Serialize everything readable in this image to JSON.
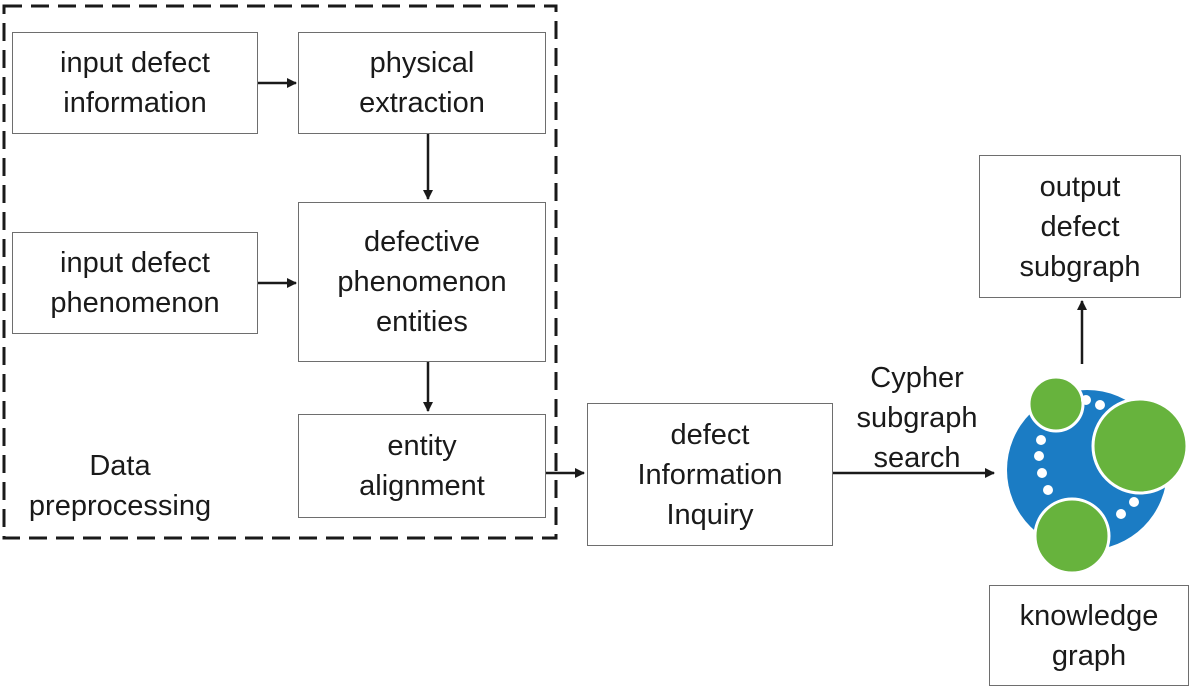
{
  "group": {
    "label": "Data\npreprocessing"
  },
  "nodes": {
    "input_defect_information": "input defect\ninformation",
    "physical_extraction": "physical\nextraction",
    "input_defect_phenomenon": "input defect\nphenomenon",
    "defective_phenomenon_entities": "defective\nphenomenon\nentities",
    "entity_alignment": "entity\nalignment",
    "defect_information_inquiry": "defect\nInformation\nInquiry",
    "output_defect_subgraph": "output\ndefect\nsubgraph",
    "knowledge_graph": "knowledge\ngraph"
  },
  "edges": {
    "cypher_label": "Cypher\nsubgraph\nsearch"
  },
  "colors": {
    "arrow": "#1a1a1a",
    "box_border": "#6e6e6e",
    "dash_border": "#1a1a1a",
    "logo_blue": "#1b7cc4",
    "logo_green": "#67b33d",
    "logo_dot": "#ffffff"
  },
  "icons": {
    "knowledge_graph_logo": "graph-database-logo"
  }
}
